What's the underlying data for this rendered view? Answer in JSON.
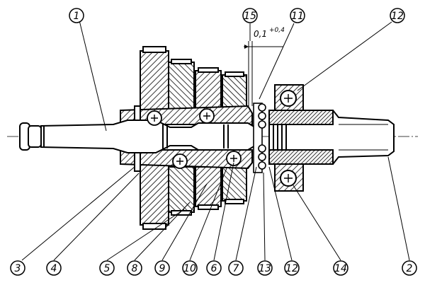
{
  "drawing": {
    "tolerance": {
      "main": "0,1",
      "sup": "+0,4"
    },
    "balloons": {
      "b1": "1",
      "b15": "15",
      "b11": "11",
      "b12top": "12",
      "b3": "3",
      "b4": "4",
      "b5": "5",
      "b8": "8",
      "b9": "9",
      "b10": "10",
      "b6": "6",
      "b7": "7",
      "b13": "13",
      "b12bot": "12",
      "b14": "14",
      "b2": "2"
    }
  }
}
